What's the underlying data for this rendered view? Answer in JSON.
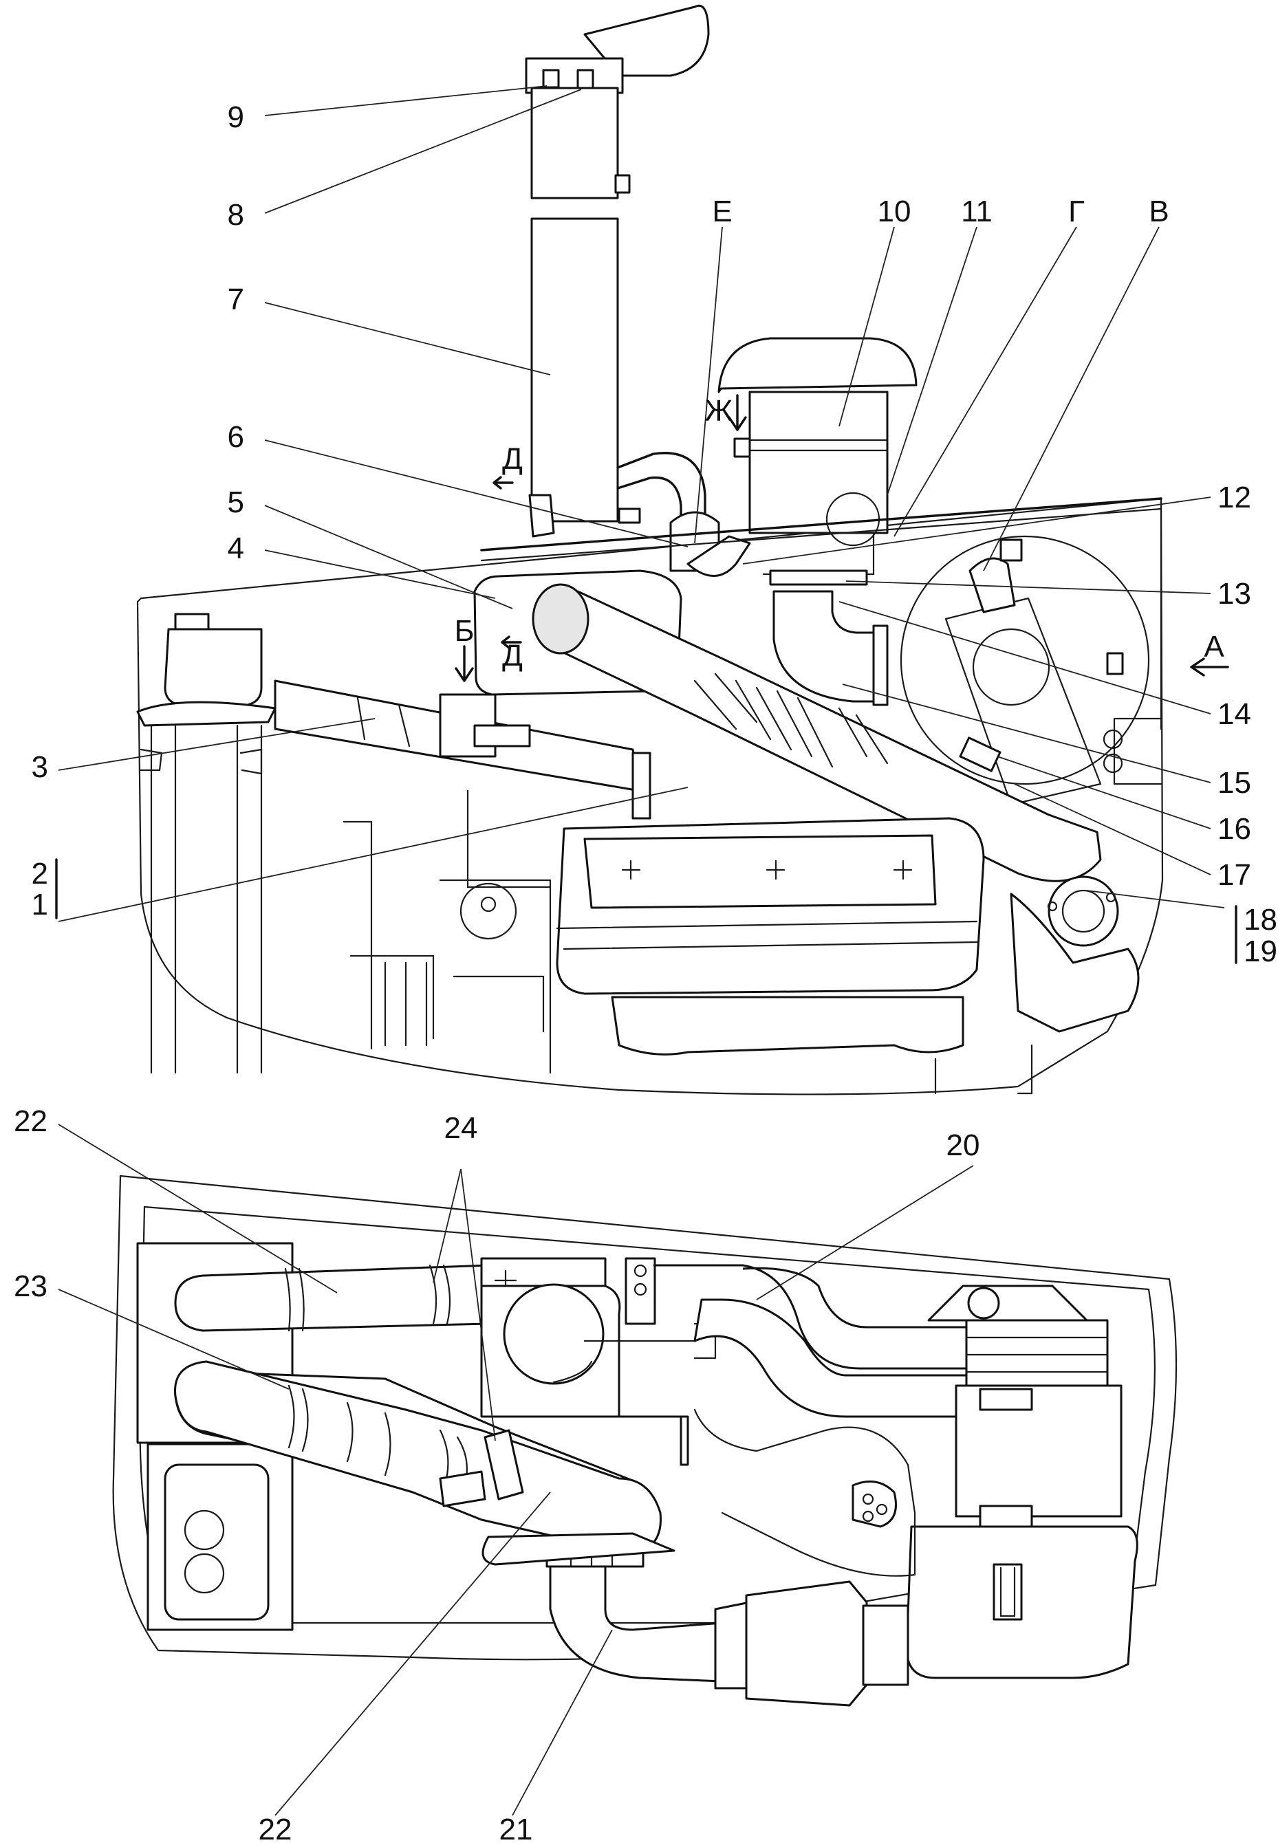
{
  "labels": {
    "n1": "1",
    "n2": "2",
    "n3": "3",
    "n4": "4",
    "n5": "5",
    "n6": "6",
    "n7": "7",
    "n8": "8",
    "n9": "9",
    "n10": "10",
    "n11": "11",
    "n12": "12",
    "n13": "13",
    "n14": "14",
    "n15": "15",
    "n16": "16",
    "n17": "17",
    "n18": "18",
    "n19": "19",
    "n20": "20",
    "n21": "21",
    "n22a": "22",
    "n22b": "22",
    "n23": "23",
    "n24": "24"
  },
  "views": {
    "A": "А",
    "B": "Б",
    "V": "В",
    "G": "Г",
    "D1": "Д",
    "D2": "Д",
    "E": "Е",
    "Zh": "Ж"
  }
}
